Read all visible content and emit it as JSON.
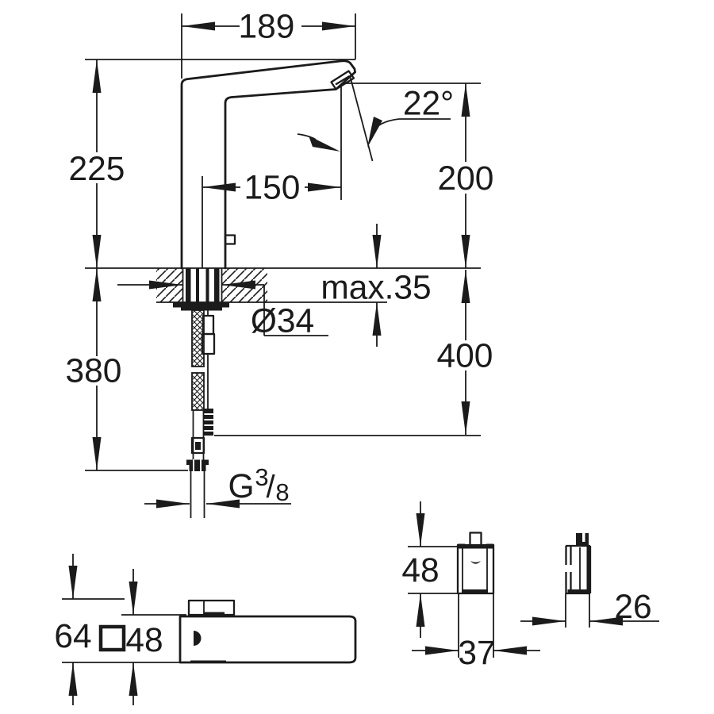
{
  "page": {
    "background_color": "#ffffff",
    "line_color": "#1b1b1b"
  },
  "main_view": {
    "spout_width": "189",
    "body_height": "225",
    "spout_reach": "150",
    "outlet_height": "200",
    "outlet_angle": "22°",
    "counter_thickness": "max.35",
    "hole_diameter": "Ø34",
    "connection_length": "400",
    "hose_length": "380",
    "thread": {
      "letter": "G",
      "numerator": "3",
      "slash": "/",
      "denominator": "8"
    }
  },
  "top_view": {
    "total_width": "64",
    "square_symbol": "□",
    "base_width": "48"
  },
  "control_box_front": {
    "height": "48",
    "width": "37"
  },
  "control_box_side": {
    "depth": "26"
  }
}
